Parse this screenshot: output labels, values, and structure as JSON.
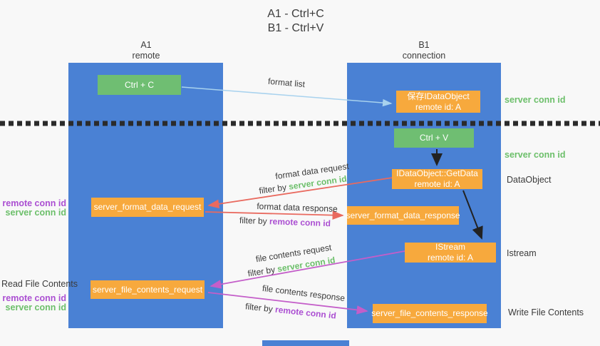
{
  "title": {
    "line1": "A1 - Ctrl+C",
    "line2": "B1 - Ctrl+V"
  },
  "columns": {
    "left": {
      "name": "A1",
      "subtitle": "remote"
    },
    "right": {
      "name": "B1",
      "subtitle": "connection"
    }
  },
  "nodes": {
    "ctrl_c": {
      "label": "Ctrl + C"
    },
    "ctrl_v": {
      "label": "Ctrl + V"
    },
    "save_idataobject": {
      "line1": "保存IDataObject",
      "line2": "remote id: A"
    },
    "getdata": {
      "line1": "IDataObject::GetData",
      "line2": "remote id: A"
    },
    "istream": {
      "line1": "IStream",
      "line2": "remote id: A"
    },
    "format_request": {
      "label": "server_format_data_request"
    },
    "format_response": {
      "label": "server_format_data_response"
    },
    "file_request": {
      "label": "server_file_contents_request"
    },
    "file_response": {
      "label": "server_file_contents_response"
    }
  },
  "edges": {
    "format_list": {
      "label": "format list"
    },
    "format_data_request": {
      "label": "format data request",
      "filter_prefix": "filter by ",
      "filter_key": "server conn id"
    },
    "format_data_response": {
      "label": "format data response",
      "filter_prefix": "filter by ",
      "filter_key": "remote conn id"
    },
    "file_contents_request": {
      "label": "file contents request",
      "filter_prefix": "filter by ",
      "filter_key": "server conn id"
    },
    "file_contents_response": {
      "label": "file contents response",
      "filter_prefix": "filter by ",
      "filter_key": "remote conn id"
    }
  },
  "side_labels": {
    "right_server_conn_top": "server conn id",
    "right_server_conn_mid": "server conn id",
    "dataobject": "DataObject",
    "istream": "Istream",
    "write_file_contents": "Write File Contents",
    "left_remote_conn_top": "remote conn id",
    "left_server_conn_top": "server conn id",
    "read_file_contents": "Read File Contents",
    "left_remote_conn_bottom": "remote conn id",
    "left_server_conn_bottom": "server conn id"
  },
  "colors": {
    "column_blue": "#4a81d4",
    "box_green": "#6fbe72",
    "box_orange": "#f7a93d",
    "arrow_lightblue": "#a8d2ee",
    "arrow_red": "#e96a5f",
    "arrow_magenta": "#c45ec9",
    "arrow_black": "#222222",
    "separator_dark": "#2b2b2b",
    "text_green": "#6cbf6a",
    "text_purple": "#ab4fd2"
  }
}
